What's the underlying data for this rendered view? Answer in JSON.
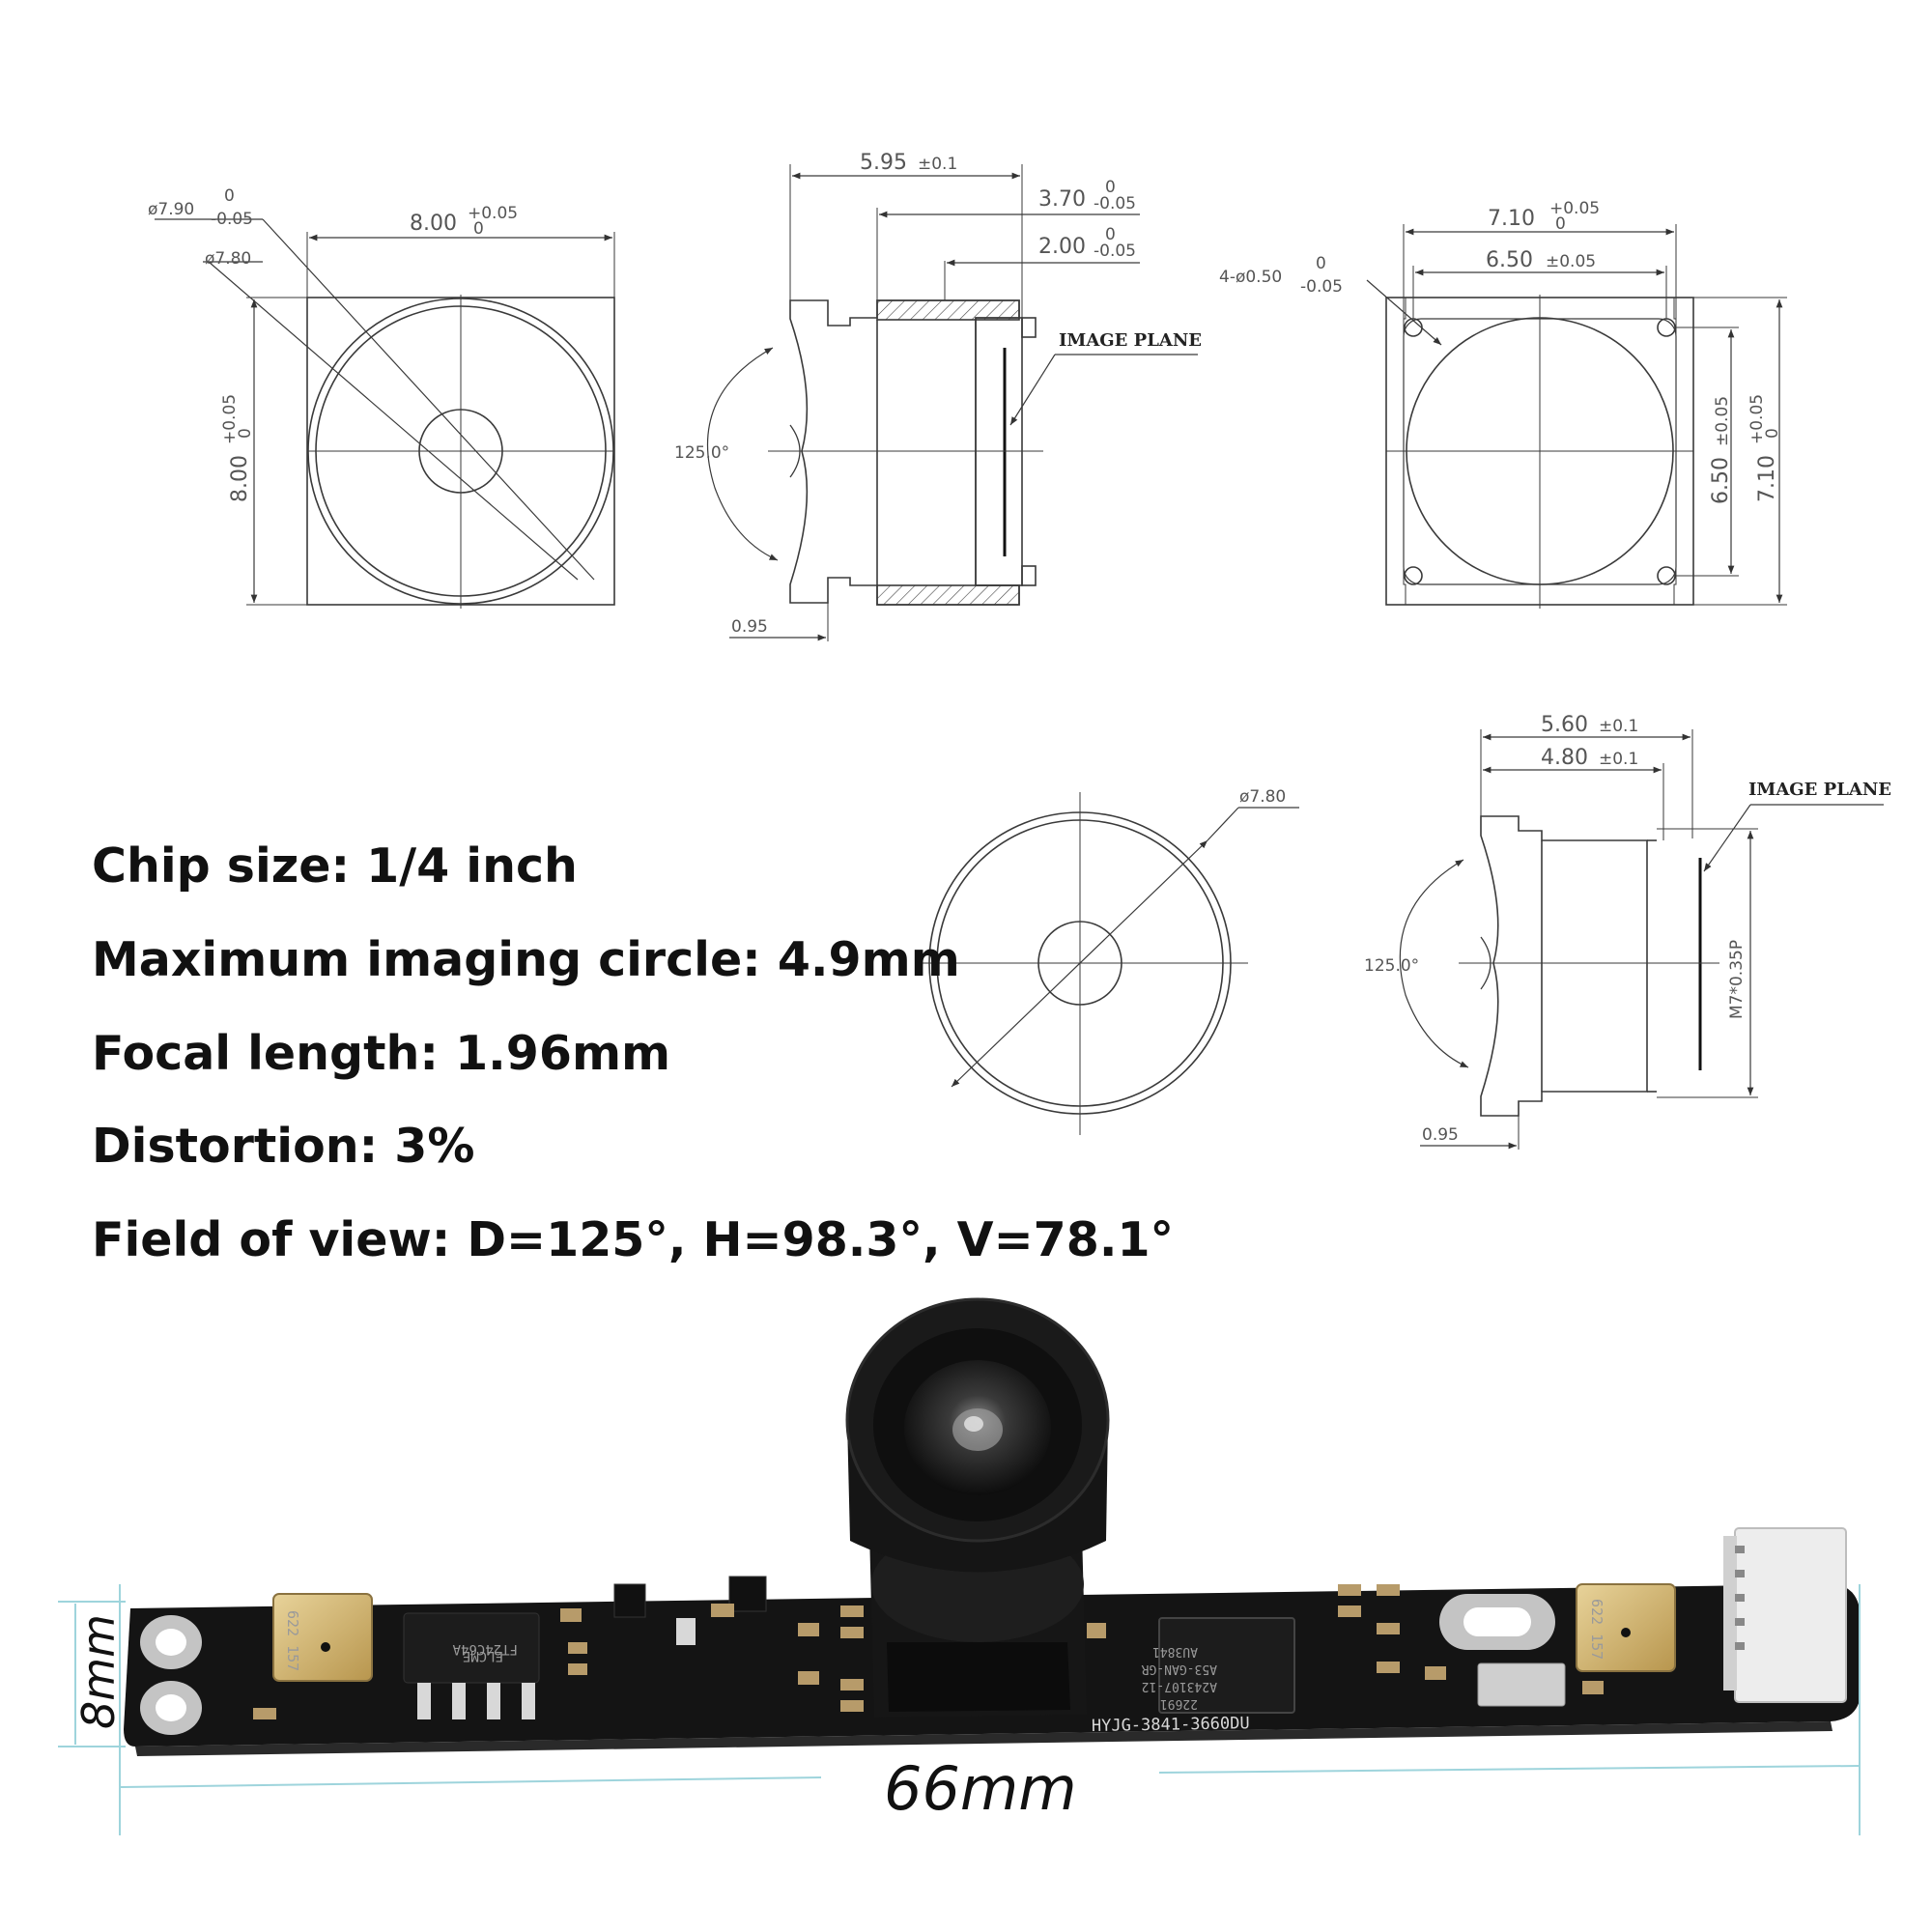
{
  "specs": {
    "chip_size": "Chip size: 1/4 inch",
    "imaging_circle": "Maximum imaging circle: 4.9mm",
    "focal_length": "Focal length: 1.96mm",
    "distortion": "Distortion: 3%",
    "field_of_view": "Field of view: D=125°, H=98.3°, V=78.1°"
  },
  "front_view": {
    "dia_outer": "ø7.90",
    "dia_outer_tol_upper": "0",
    "dia_outer_tol_lower": "-0.05",
    "dia_inner": "ø7.80",
    "width": "8.00",
    "width_tol_upper": "+0.05",
    "width_tol_lower": "0",
    "height": "8.00",
    "height_tol_upper": "+0.05",
    "height_tol_lower": "0"
  },
  "side_view": {
    "length": "5.95",
    "length_tol": "±0.1",
    "barrel": "3.70",
    "barrel_tol_upper": "0",
    "barrel_tol_lower": "-0.05",
    "flange": "2.00",
    "flange_tol_upper": "0",
    "flange_tol_lower": "-0.05",
    "image_plane": "IMAGE PLANE",
    "angle": "125.0°",
    "front_offset": "0.95"
  },
  "back_view": {
    "holes": "4-ø0.50",
    "holes_tol_upper": "0",
    "holes_tol_lower": "-0.05",
    "width": "7.10",
    "width_tol_upper": "+0.05",
    "width_tol_lower": "0",
    "spacing": "6.50",
    "spacing_tol": "±0.05",
    "height_spacing": "6.50",
    "height_spacing_tol": "±0.05",
    "height": "7.10",
    "height_tol_upper": "+0.05",
    "height_tol_lower": "0"
  },
  "round_view": {
    "dia": "ø7.80"
  },
  "side_view_2": {
    "length": "5.60",
    "length_tol": "±0.1",
    "barrel": "4.80",
    "barrel_tol": "±0.1",
    "image_plane": "IMAGE PLANE",
    "angle": "125.0°",
    "thread": "M7*0.35P",
    "front_offset": "0.95"
  },
  "board": {
    "length": "66mm",
    "height": "8mm",
    "main_chip_lines": [
      "AU3841",
      "A53-GAN-GR",
      "A243107-12",
      "22691"
    ],
    "flash_chip_lines": [
      "FT24C64A",
      "ELCME"
    ],
    "mic_label": "622 157",
    "silkscreen": "HYJG-3841-3660DU"
  },
  "colors": {
    "line": "#3a3a3a",
    "pcb": "#141414",
    "dim_cyan": "#9ed4dc"
  }
}
